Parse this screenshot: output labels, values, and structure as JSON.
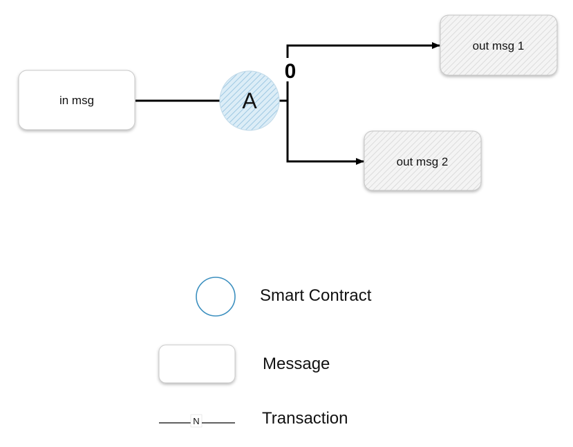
{
  "diagram": {
    "in_message": "in msg",
    "contract": "A",
    "transaction_label": "0",
    "out_messages": [
      "out msg 1",
      "out msg 2"
    ]
  },
  "legend": {
    "smart_contract": "Smart Contract",
    "message": "Message",
    "transaction_marker": "N",
    "transaction": "Transaction"
  },
  "colors": {
    "contract_stroke": "#3b8fbf",
    "contract_hatch": "#9cc7e0",
    "contract_fill": "#d9ecf7",
    "message_stroke": "#bdbdbd",
    "message_hatch": "#e2e2e2",
    "line": "#000000"
  }
}
